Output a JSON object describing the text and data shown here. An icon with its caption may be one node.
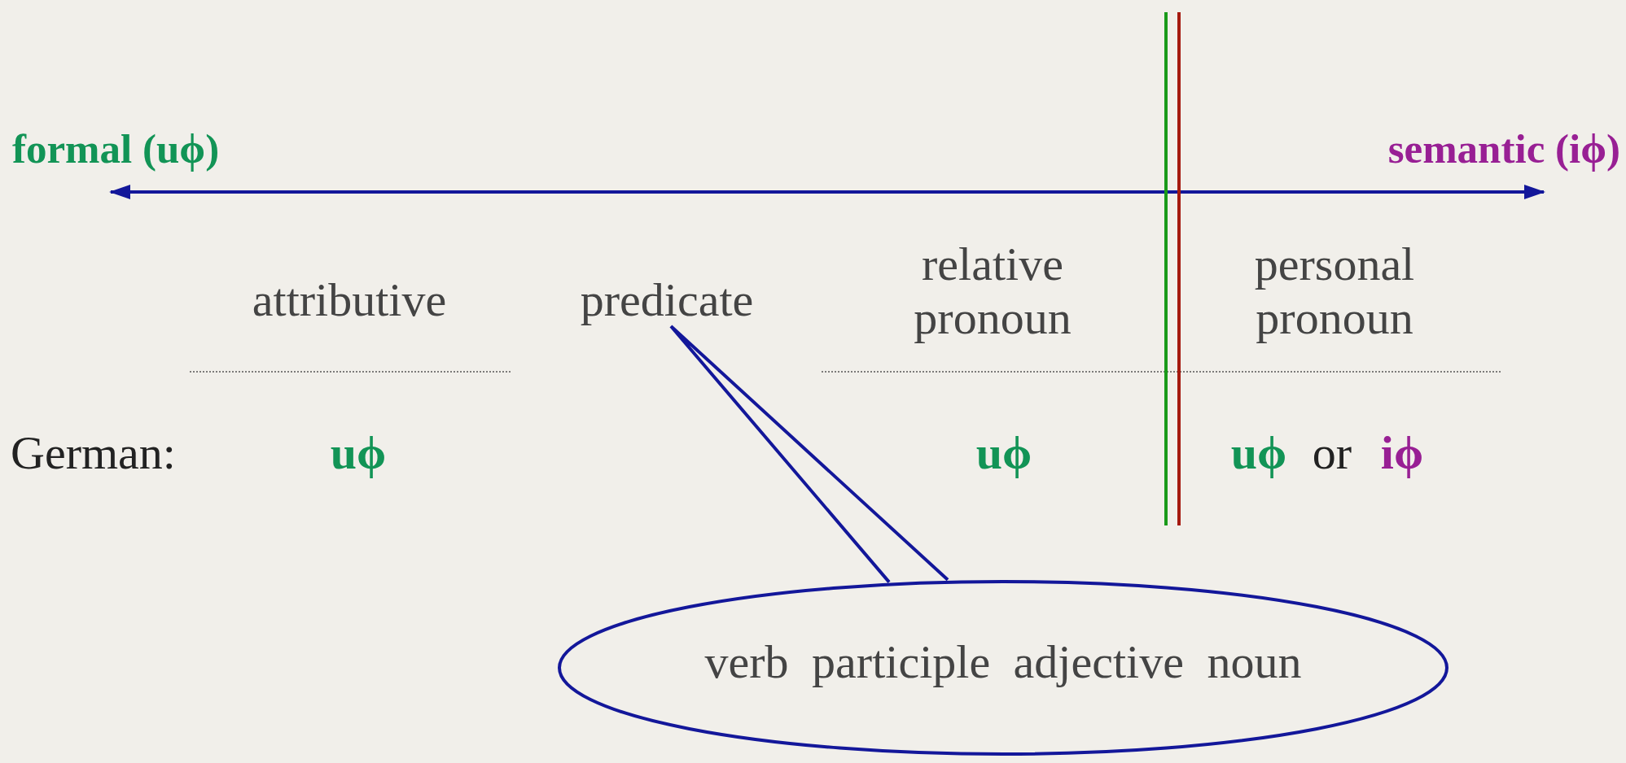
{
  "diagram": {
    "nodes": [
      {
        "text": [
          "predicate"
        ]
      },
      {
        "text": [
          "verb participle adjective noun"
        ]
      }
    ],
    "edges": [
      {
        "from": 1,
        "to": 0,
        "arrow": "none"
      }
    ],
    "labels": [
      "formal (uϕ)",
      "semantic (iϕ)",
      "attributive",
      "relative pronoun",
      "personal pronoun",
      "German:",
      "uϕ",
      "uϕ",
      "uϕ",
      "or",
      "iϕ"
    ]
  }
}
